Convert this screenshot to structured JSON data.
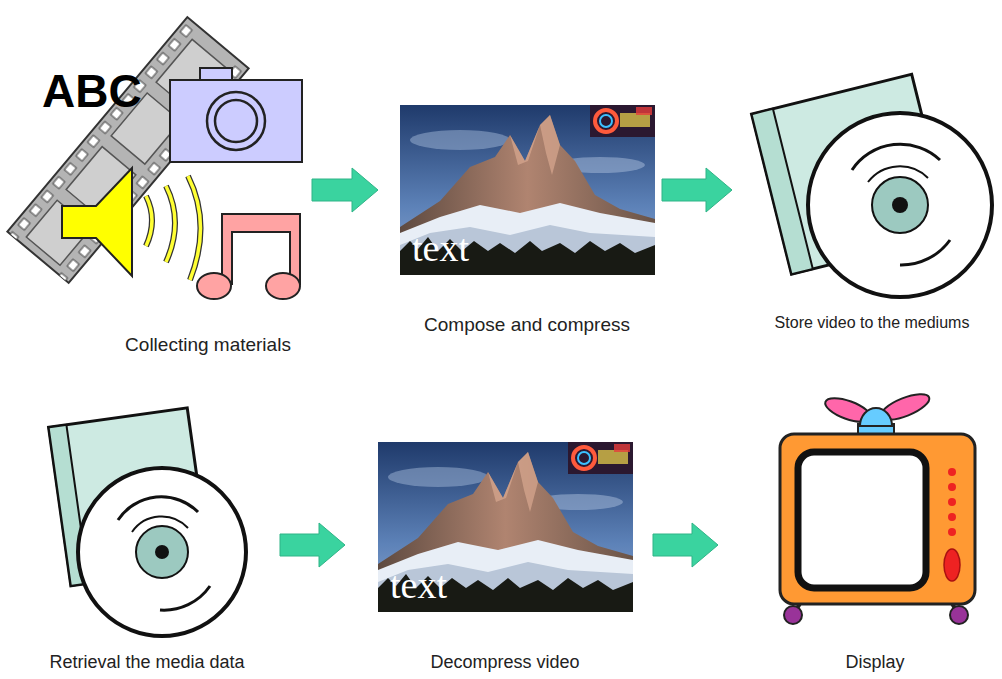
{
  "diagram": {
    "nodes": [
      {
        "text": [
          "Collecting materials"
        ]
      },
      {
        "text": [
          "Compose and compress"
        ]
      },
      {
        "text": [
          "Store video to the mediums"
        ]
      },
      {
        "text": [
          "Retrieval the media data"
        ]
      },
      {
        "text": [
          "Decompress video"
        ]
      },
      {
        "text": [
          "Display"
        ]
      }
    ],
    "edges": [
      {
        "from": 0,
        "to": 1,
        "arrow": "to"
      },
      {
        "from": 1,
        "to": 2,
        "arrow": "to"
      },
      {
        "from": 3,
        "to": 4,
        "arrow": "to"
      },
      {
        "from": 4,
        "to": 5,
        "arrow": "to"
      }
    ],
    "labels": [
      "ABC",
      "text",
      "text"
    ]
  }
}
